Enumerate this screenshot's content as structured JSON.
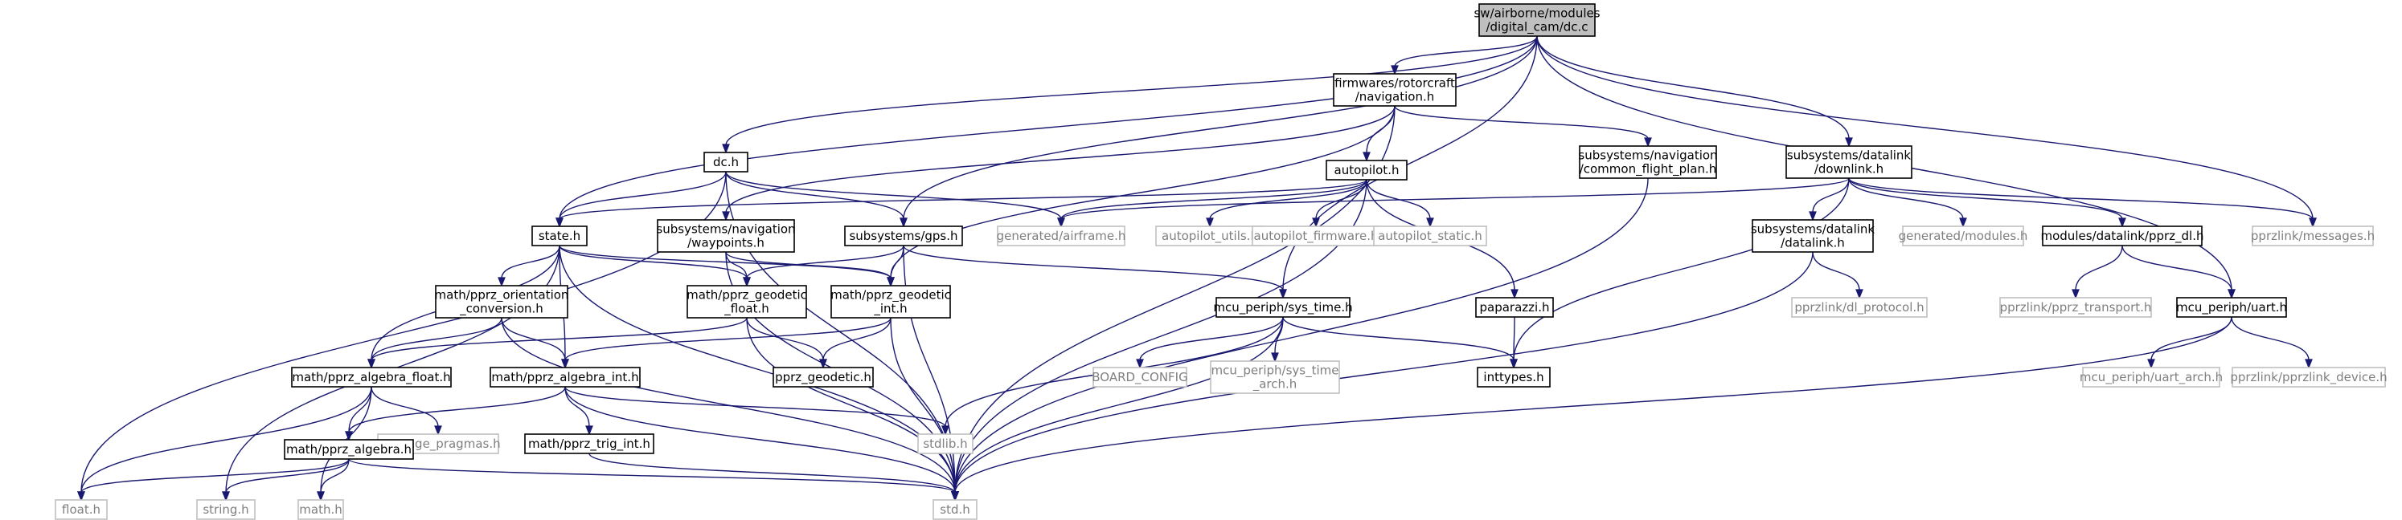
{
  "diagram": {
    "colors": {
      "edge": "#191970",
      "root_fill": "#bfbfbf",
      "root_border": "#000000",
      "node_fill": "#ffffff",
      "node_border": "#000000",
      "external_border": "#bfbfbf",
      "external_text": "#7f7f7f"
    },
    "nodes": [
      {
        "id": "dc_c",
        "lines": [
          "sw/airborne/modules",
          "/digital_cam/dc.c"
        ],
        "kind": "root"
      },
      {
        "id": "nav_h",
        "lines": [
          "firmwares/rotorcraft",
          "/navigation.h"
        ],
        "kind": "normal"
      },
      {
        "id": "dc_h",
        "lines": [
          "dc.h"
        ],
        "kind": "normal"
      },
      {
        "id": "autopilot_h",
        "lines": [
          "autopilot.h"
        ],
        "kind": "normal"
      },
      {
        "id": "common_fp_h",
        "lines": [
          "subsystems/navigation",
          "/common_flight_plan.h"
        ],
        "kind": "normal"
      },
      {
        "id": "downlink_h",
        "lines": [
          "subsystems/datalink",
          "/downlink.h"
        ],
        "kind": "normal"
      },
      {
        "id": "state_h",
        "lines": [
          "state.h"
        ],
        "kind": "normal"
      },
      {
        "id": "waypoints_h",
        "lines": [
          "subsystems/navigation",
          "/waypoints.h"
        ],
        "kind": "normal"
      },
      {
        "id": "gps_h",
        "lines": [
          "subsystems/gps.h"
        ],
        "kind": "normal"
      },
      {
        "id": "airframe_h",
        "lines": [
          "generated/airframe.h"
        ],
        "kind": "external"
      },
      {
        "id": "ap_utils_h",
        "lines": [
          "autopilot_utils.h"
        ],
        "kind": "external"
      },
      {
        "id": "ap_firmware_h",
        "lines": [
          "autopilot_firmware.h"
        ],
        "kind": "external"
      },
      {
        "id": "ap_static_h",
        "lines": [
          "autopilot_static.h"
        ],
        "kind": "external"
      },
      {
        "id": "datalink_h",
        "lines": [
          "subsystems/datalink",
          "/datalink.h"
        ],
        "kind": "normal"
      },
      {
        "id": "modules_h",
        "lines": [
          "generated/modules.h"
        ],
        "kind": "external"
      },
      {
        "id": "pprz_dl_h",
        "lines": [
          "modules/datalink/pprz_dl.h"
        ],
        "kind": "normal"
      },
      {
        "id": "messages_h",
        "lines": [
          "pprzlink/messages.h"
        ],
        "kind": "external"
      },
      {
        "id": "orient_h",
        "lines": [
          "math/pprz_orientation",
          "_conversion.h"
        ],
        "kind": "normal"
      },
      {
        "id": "geo_float_h",
        "lines": [
          "math/pprz_geodetic",
          "_float.h"
        ],
        "kind": "normal"
      },
      {
        "id": "geo_int_h",
        "lines": [
          "math/pprz_geodetic",
          "_int.h"
        ],
        "kind": "normal"
      },
      {
        "id": "sys_time_h",
        "lines": [
          "mcu_periph/sys_time.h"
        ],
        "kind": "normal"
      },
      {
        "id": "paparazzi_h",
        "lines": [
          "paparazzi.h"
        ],
        "kind": "normal"
      },
      {
        "id": "dl_protocol_h",
        "lines": [
          "pprzlink/dl_protocol.h"
        ],
        "kind": "external"
      },
      {
        "id": "pprz_transport_h",
        "lines": [
          "pprzlink/pprz_transport.h"
        ],
        "kind": "external"
      },
      {
        "id": "uart_h",
        "lines": [
          "mcu_periph/uart.h"
        ],
        "kind": "normal"
      },
      {
        "id": "alg_float_h",
        "lines": [
          "math/pprz_algebra_float.h"
        ],
        "kind": "normal"
      },
      {
        "id": "alg_int_h",
        "lines": [
          "math/pprz_algebra_int.h"
        ],
        "kind": "normal"
      },
      {
        "id": "geodetic_h",
        "lines": [
          "pprz_geodetic.h"
        ],
        "kind": "normal"
      },
      {
        "id": "board_config",
        "lines": [
          "BOARD_CONFIG"
        ],
        "kind": "external"
      },
      {
        "id": "sys_time_arch_h",
        "lines": [
          "mcu_periph/sys_time",
          "_arch.h"
        ],
        "kind": "external"
      },
      {
        "id": "inttypes_h",
        "lines": [
          "inttypes.h"
        ],
        "kind": "normal"
      },
      {
        "id": "uart_arch_h",
        "lines": [
          "mcu_periph/uart_arch.h"
        ],
        "kind": "external"
      },
      {
        "id": "pprzlink_device_h",
        "lines": [
          "pprzlink/pprzlink_device.h"
        ],
        "kind": "external"
      },
      {
        "id": "msg_pragmas_h",
        "lines": [
          "message_pragmas.h"
        ],
        "kind": "external"
      },
      {
        "id": "alg_h",
        "lines": [
          "math/pprz_algebra.h"
        ],
        "kind": "normal"
      },
      {
        "id": "trig_int_h",
        "lines": [
          "math/pprz_trig_int.h"
        ],
        "kind": "normal"
      },
      {
        "id": "stdlib_h",
        "lines": [
          "stdlib.h"
        ],
        "kind": "external"
      },
      {
        "id": "float_h",
        "lines": [
          "float.h"
        ],
        "kind": "external"
      },
      {
        "id": "string_h",
        "lines": [
          "string.h"
        ],
        "kind": "external"
      },
      {
        "id": "math_h",
        "lines": [
          "math.h"
        ],
        "kind": "external"
      },
      {
        "id": "std_h",
        "lines": [
          "std.h"
        ],
        "kind": "external"
      }
    ],
    "edges": [
      [
        "dc_c",
        "nav_h"
      ],
      [
        "dc_c",
        "dc_h"
      ],
      [
        "dc_c",
        "state_h"
      ],
      [
        "dc_c",
        "gps_h"
      ],
      [
        "dc_c",
        "sys_time_h"
      ],
      [
        "dc_c",
        "downlink_h"
      ],
      [
        "dc_c",
        "messages_h"
      ],
      [
        "dc_c",
        "uart_h"
      ],
      [
        "nav_h",
        "autopilot_h"
      ],
      [
        "nav_h",
        "common_fp_h"
      ],
      [
        "nav_h",
        "waypoints_h"
      ],
      [
        "nav_h",
        "geo_int_h"
      ],
      [
        "nav_h",
        "std_h"
      ],
      [
        "dc_h",
        "state_h"
      ],
      [
        "dc_h",
        "gps_h"
      ],
      [
        "dc_h",
        "airframe_h"
      ],
      [
        "dc_h",
        "float_h"
      ],
      [
        "dc_h",
        "std_h"
      ],
      [
        "autopilot_h",
        "state_h"
      ],
      [
        "autopilot_h",
        "airframe_h"
      ],
      [
        "autopilot_h",
        "ap_utils_h"
      ],
      [
        "autopilot_h",
        "ap_firmware_h"
      ],
      [
        "autopilot_h",
        "ap_static_h"
      ],
      [
        "autopilot_h",
        "paparazzi_h"
      ],
      [
        "autopilot_h",
        "std_h"
      ],
      [
        "common_fp_h",
        "std_h"
      ],
      [
        "downlink_h",
        "airframe_h"
      ],
      [
        "downlink_h",
        "datalink_h"
      ],
      [
        "downlink_h",
        "modules_h"
      ],
      [
        "downlink_h",
        "pprz_dl_h"
      ],
      [
        "downlink_h",
        "messages_h"
      ],
      [
        "downlink_h",
        "inttypes_h"
      ],
      [
        "state_h",
        "orient_h"
      ],
      [
        "state_h",
        "geo_float_h"
      ],
      [
        "state_h",
        "geo_int_h"
      ],
      [
        "state_h",
        "alg_float_h"
      ],
      [
        "state_h",
        "alg_int_h"
      ],
      [
        "state_h",
        "string_h"
      ],
      [
        "state_h",
        "std_h"
      ],
      [
        "waypoints_h",
        "geo_float_h"
      ],
      [
        "waypoints_h",
        "geo_int_h"
      ],
      [
        "waypoints_h",
        "std_h"
      ],
      [
        "gps_h",
        "geo_float_h"
      ],
      [
        "gps_h",
        "geo_int_h"
      ],
      [
        "gps_h",
        "sys_time_h"
      ],
      [
        "gps_h",
        "std_h"
      ],
      [
        "datalink_h",
        "dl_protocol_h"
      ],
      [
        "datalink_h",
        "std_h"
      ],
      [
        "pprz_dl_h",
        "pprz_transport_h"
      ],
      [
        "pprz_dl_h",
        "uart_h"
      ],
      [
        "orient_h",
        "alg_float_h"
      ],
      [
        "orient_h",
        "alg_int_h"
      ],
      [
        "orient_h",
        "std_h"
      ],
      [
        "geo_float_h",
        "alg_float_h"
      ],
      [
        "geo_float_h",
        "geodetic_h"
      ],
      [
        "geo_float_h",
        "std_h"
      ],
      [
        "geo_int_h",
        "alg_int_h"
      ],
      [
        "geo_int_h",
        "geodetic_h"
      ],
      [
        "geo_int_h",
        "std_h"
      ],
      [
        "sys_time_h",
        "stdlib_h"
      ],
      [
        "sys_time_h",
        "board_config"
      ],
      [
        "sys_time_h",
        "sys_time_arch_h"
      ],
      [
        "sys_time_h",
        "inttypes_h"
      ],
      [
        "sys_time_h",
        "std_h"
      ],
      [
        "paparazzi_h",
        "inttypes_h"
      ],
      [
        "uart_h",
        "uart_arch_h"
      ],
      [
        "uart_h",
        "pprzlink_device_h"
      ],
      [
        "uart_h",
        "std_h"
      ],
      [
        "alg_float_h",
        "msg_pragmas_h"
      ],
      [
        "alg_float_h",
        "alg_h"
      ],
      [
        "alg_float_h",
        "float_h"
      ],
      [
        "alg_float_h",
        "math_h"
      ],
      [
        "alg_int_h",
        "alg_h"
      ],
      [
        "alg_int_h",
        "trig_int_h"
      ],
      [
        "alg_int_h",
        "stdlib_h"
      ],
      [
        "alg_int_h",
        "std_h"
      ],
      [
        "alg_h",
        "float_h"
      ],
      [
        "alg_h",
        "string_h"
      ],
      [
        "alg_h",
        "math_h"
      ],
      [
        "alg_h",
        "std_h"
      ],
      [
        "trig_int_h",
        "std_h"
      ]
    ]
  }
}
